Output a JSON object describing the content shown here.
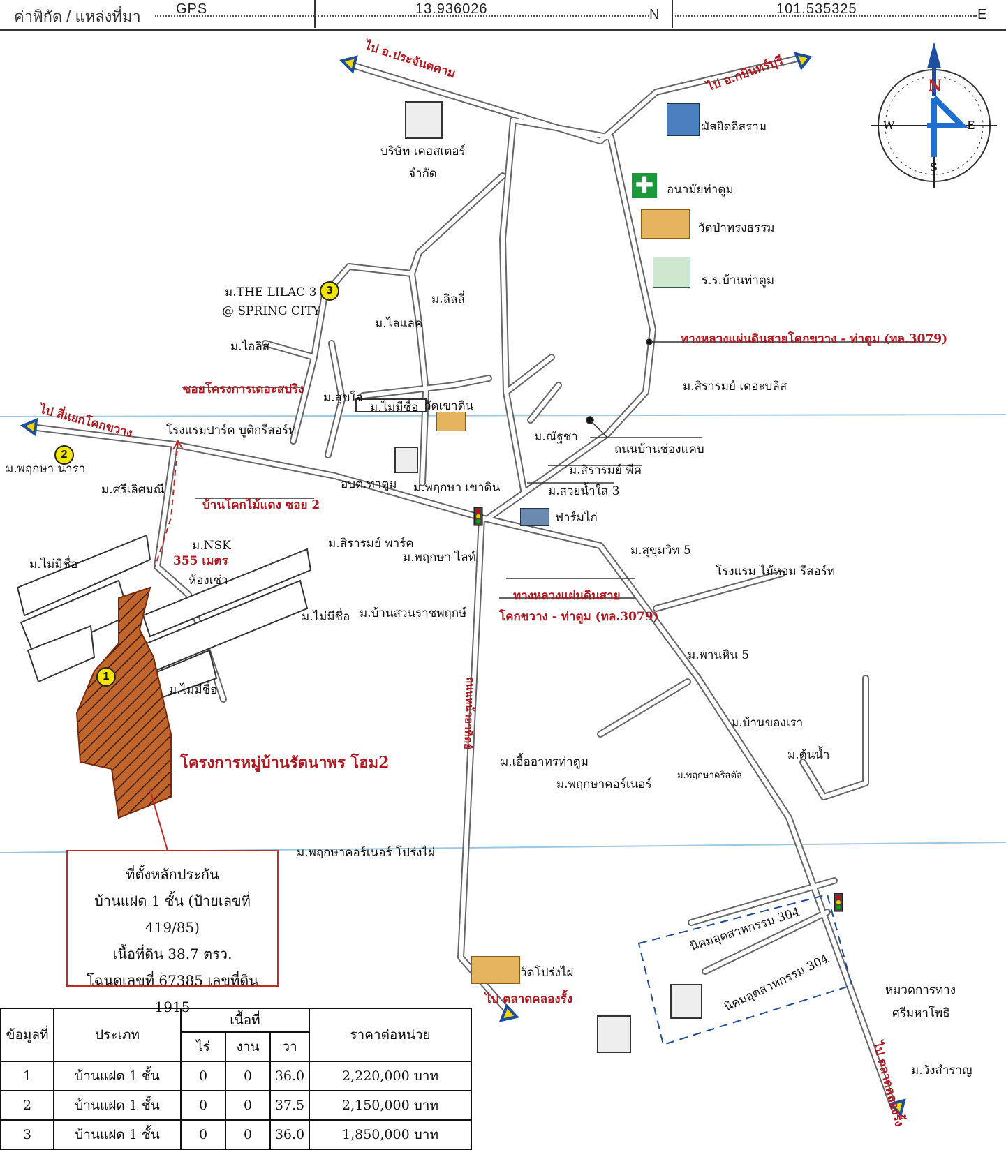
{
  "header": {
    "coord_label": "ค่าพิกัด / แหล่งที่มา",
    "source": "GPS",
    "lat": "13.936026",
    "lat_suffix": "N",
    "lon": "101.535325",
    "lon_suffix": "E"
  },
  "compass": {
    "n": "N",
    "s": "S",
    "e": "E",
    "w": "W"
  },
  "directions": {
    "to_prachantakham": "ไป อ.ประจันตคาม",
    "to_kabinburi": "ไป อ.กบินทร์บุรี",
    "to_khok_khwang": "ไป สี่แยกโคกขวาง",
    "to_talad_khlong_rong_1": "ไป ตลาดคลองรั้ง",
    "to_talad_khlong_rong_2": "ไป ตลาดคลองรั้ง"
  },
  "places": {
    "company": "บริษัท เคอสเตอร์",
    "company_2": "จำกัด",
    "mosque": "มัสยิดอิสราม",
    "health": "อนามัยท่าตูม",
    "wat_pa": "วัดป่าทรงธรรม",
    "school": "ร.ร.บ้านท่าตูม",
    "lilac": "ม.THE LILAC 3",
    "spring": "@ SPRING CITY",
    "lilly": "ม.ลิลลี่",
    "lylac": "ม.ไลแลค",
    "ilis": "ม.ไอลิส",
    "soi_spring": "ซอยโครงการเดอะสปริง",
    "sukjai": "ม.สุขใจ",
    "mai_mi_chue_1": "ม.ไม่มีชื่อ",
    "wat_khao_din": "วัดเขาดิน",
    "park_hotel": "โรงแรมปาร์ค บูติกรีสอร์ท",
    "sirarom_bliss": "ม.สิรารมย์ เดอะบลิส",
    "nutcha": "ม.ณัฐชา",
    "chong_kaep": "ถนนบ้านช่องแคบ",
    "sirarom_peak": "ม.สิรารมย์ พีค",
    "suai_nam_sai": "ม.สวยน้ำใส 3",
    "farm": "ฟาร์มไก่",
    "phruksa_nara": "ม.พฤกษา นารา",
    "sri_lert": "ม.ศรีเลิศมณี",
    "obt": "อบต.ท่าตูม",
    "phruksa_khao": "ม.พฤกษา เขาดิน",
    "ban_khok": "บ้านโคกไม้แดง ซอย 2",
    "nsk": "ม.NSK",
    "dist": "355 เมตร",
    "sirarom_park": "ม.สิรารมย์ พาร์ค",
    "phruksa_light": "ม.พฤกษา ไลท์",
    "sukhumvit": "ม.สุขุมวิท 5",
    "mai_mi_chue_2": "ม.ไม่มีชื่อ",
    "room": "ห้องเช่า",
    "mai_mi_chue_3": "ม.ไม่มีชื่อ",
    "suan_rat": "ม.บ้านสวนราชพฤกษ์",
    "mai_hom": "โรงแรม ไม้หอม รีสอร์ท",
    "highway_1": "ทางหลวงแผ่นดินสาย",
    "highway_2": "โคกขวาง - ท่าตูม (ทล.3079)",
    "highway_top": "ทางหลวงแผ่นดินสายโคกขวาง - ท่าตูม (ทล.3079)",
    "phan_hin": "ม.พานหิน 5",
    "mai_mi_chue_4": "ม.ไม่มีชื่อ",
    "khong_rao": "ม.บ้านของเรา",
    "ton_nam": "ม.ต้นน้ำ",
    "project": "โครงการหมู่บ้านรัตนาพร โฮม2",
    "ua_athorn": "ม.เอื้ออาทรท่าตูม",
    "phruksa_crystal": "ม.พฤกษาคริสตัล",
    "phruksa_corner": "ม.พฤกษาคอร์เนอร์",
    "phruksa_prong": "ม.พฤกษาคอร์เนอร์ โปร่งไผ่",
    "wat_prong": "วัดโปร่งไผ่",
    "estate_1": "นิคมอุตสาหกรรม 304",
    "estate_2": "นิคมอุตสาหกรรม 304",
    "highway_dept_1": "หมวดการทาง",
    "highway_dept_2": "ศรีมหาโพธิ",
    "wang_samran": "ม.วังสำราญ",
    "road_vertical": "ถนนหน้าอาทิตย์"
  },
  "pins": [
    "1",
    "2",
    "3"
  ],
  "info_box": [
    "ที่ตั้งหลักประกัน",
    "บ้านแฝด 1 ชั้น (ป้ายเลขที่ 419/85)",
    "เนื้อที่ดิน 38.7 ตรว.",
    "โฉนดเลขที่ 67385 เลขที่ดิน 1915"
  ],
  "table": {
    "h_no": "ข้อมูลที่",
    "h_type": "ประเภท",
    "h_area": "เนื้อที่",
    "h_rai": "ไร่",
    "h_ngan": "งาน",
    "h_wa": "วา",
    "h_price": "ราคาต่อหน่วย",
    "rows": [
      {
        "no": "1",
        "type": "บ้านแฝด 1 ชั้น",
        "rai": "0",
        "ngan": "0",
        "wa": "36.0",
        "price": "2,220,000 บาท"
      },
      {
        "no": "2",
        "type": "บ้านแฝด 1 ชั้น",
        "rai": "0",
        "ngan": "0",
        "wa": "37.5",
        "price": "2,150,000 บาท"
      },
      {
        "no": "3",
        "type": "บ้านแฝด 1 ชั้น",
        "rai": "0",
        "ngan": "0",
        "wa": "36.0",
        "price": "1,850,000 บาท"
      }
    ]
  }
}
